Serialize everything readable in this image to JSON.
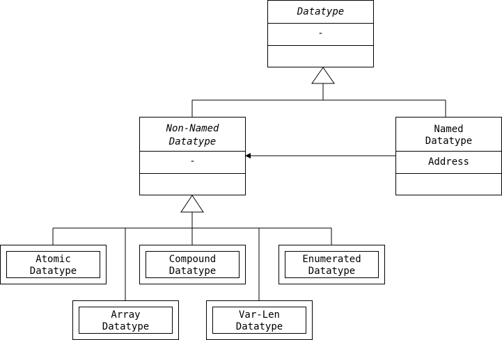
{
  "diagram": {
    "datatype": {
      "name": "Datatype",
      "attribute": "-"
    },
    "non_named": {
      "name_line1": "Non-Named",
      "name_line2": "Datatype",
      "attribute": "-"
    },
    "named": {
      "name_line1": "Named",
      "name_line2": "Datatype",
      "attribute": "Address"
    },
    "atomic": {
      "line1": "Atomic",
      "line2": "Datatype"
    },
    "compound": {
      "line1": "Compound",
      "line2": "Datatype"
    },
    "enumerated": {
      "line1": "Enumerated",
      "line2": "Datatype"
    },
    "array": {
      "line1": "Array",
      "line2": "Datatype"
    },
    "var_len": {
      "line1": "Var-Len",
      "line2": "Datatype"
    }
  }
}
